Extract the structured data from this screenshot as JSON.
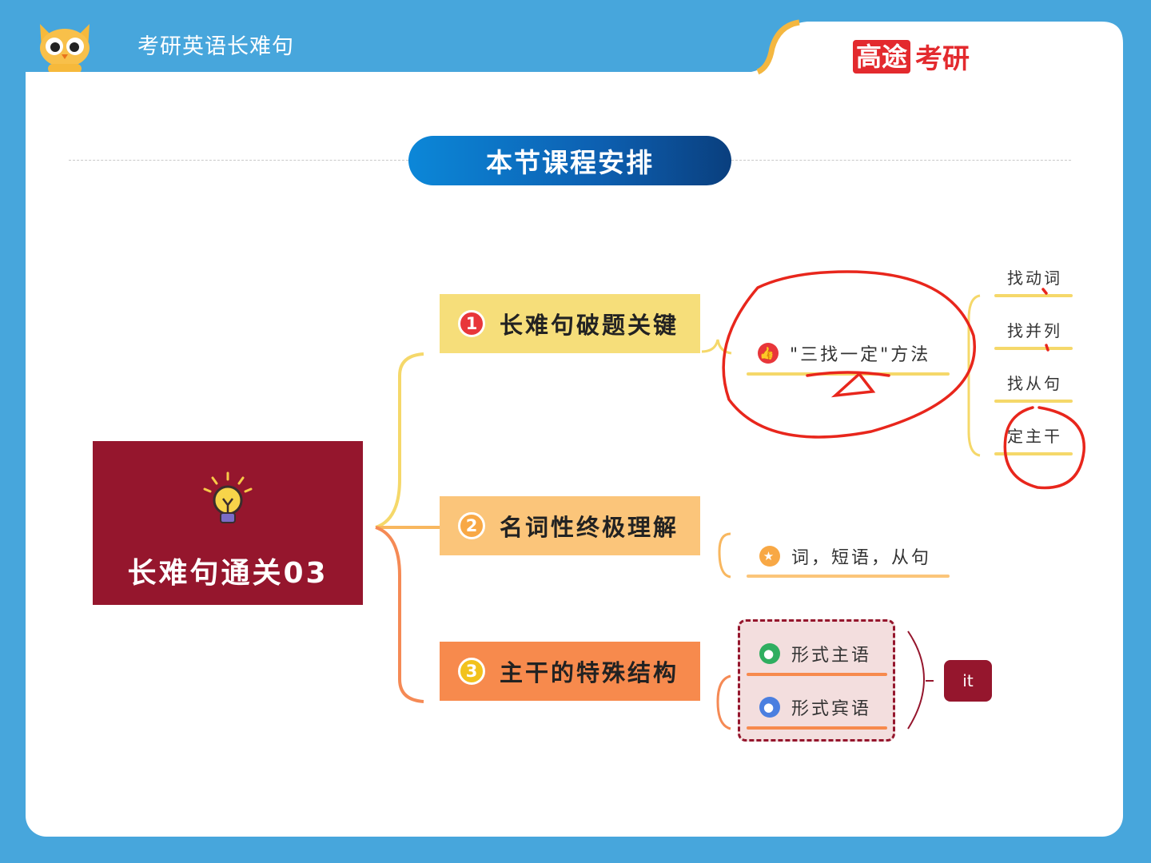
{
  "header": {
    "title": "考研英语长难句",
    "brand_box": "高途",
    "brand_text": "考研"
  },
  "section": {
    "title": "本节课程安排"
  },
  "root": {
    "title": "长难句通关03"
  },
  "topics": [
    {
      "num": "1",
      "label": "长难句破题关键"
    },
    {
      "num": "2",
      "label": "名词性终极理解"
    },
    {
      "num": "3",
      "label": "主干的特殊结构"
    }
  ],
  "details": {
    "method": "\"三找一定\"方法",
    "noun": "词，短语，从句",
    "formal_subject": "形式主语",
    "formal_object": "形式宾语",
    "it": "it"
  },
  "steps": [
    "找动词",
    "找并列",
    "找从句",
    "定主干"
  ],
  "colors": {
    "bg": "#47a6dc",
    "root": "#95162d",
    "topic1": "#f6de7a",
    "topic2": "#fbc57a",
    "topic3": "#f78a4d",
    "annotation": "#e8261c"
  }
}
